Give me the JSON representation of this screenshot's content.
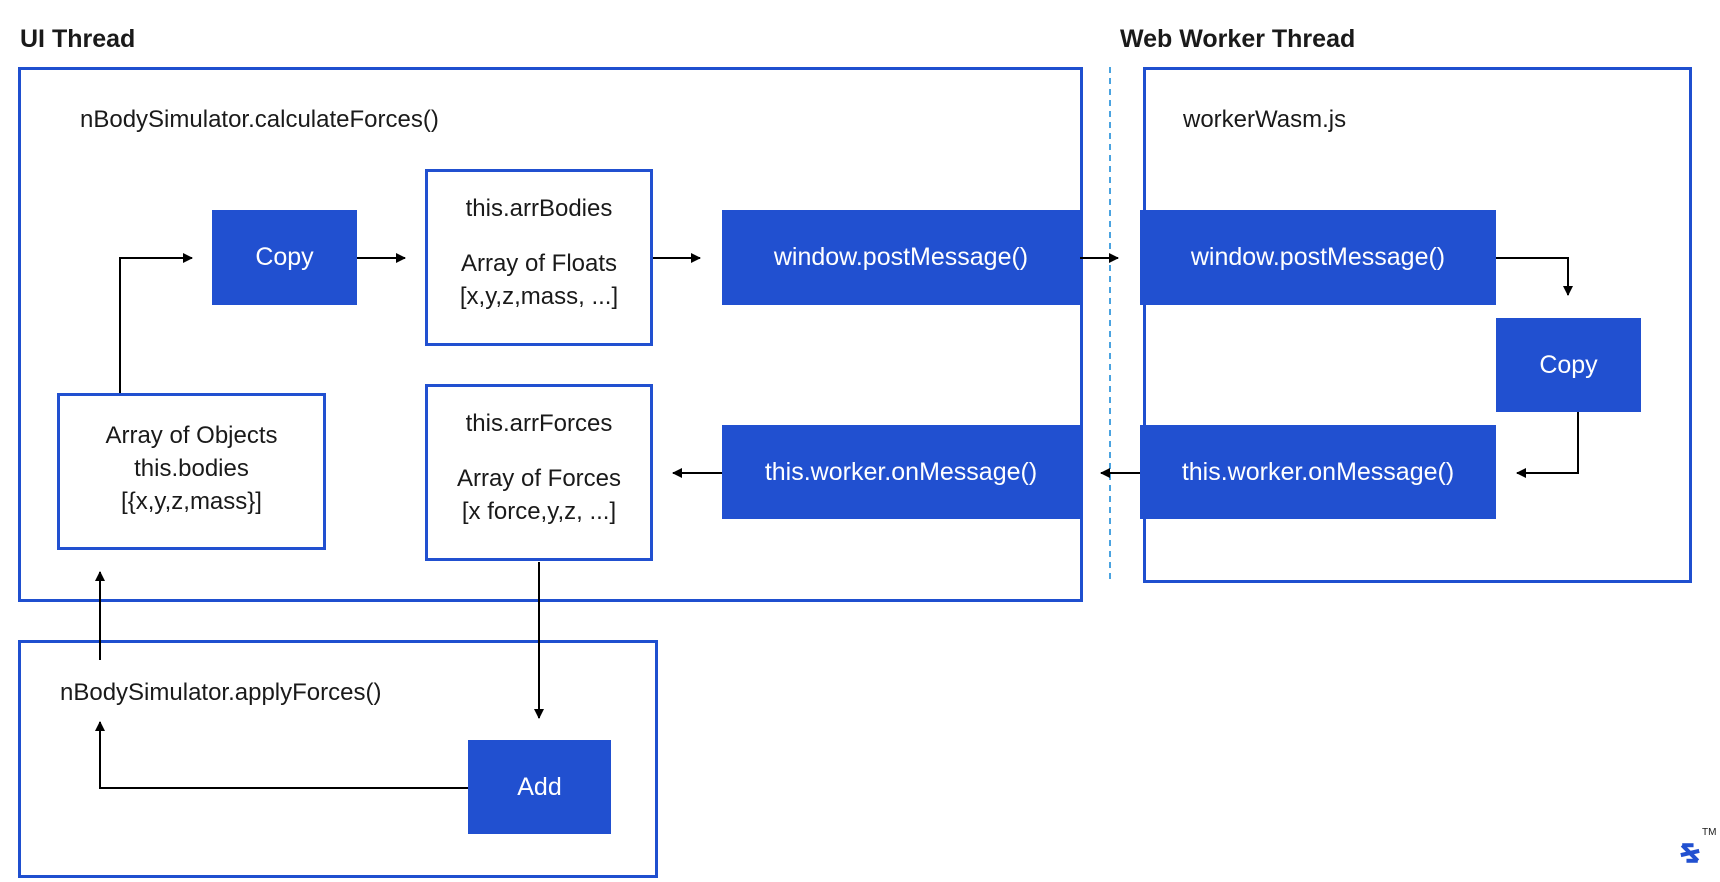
{
  "headings": {
    "ui_thread": "UI Thread",
    "worker_thread": "Web Worker Thread"
  },
  "ui_frame": {
    "title": "nBodySimulator.calculateForces()"
  },
  "worker_frame": {
    "title": "workerWasm.js"
  },
  "apply_frame": {
    "title": "nBodySimulator.applyForces()"
  },
  "nodes": {
    "copy_ui": "Copy",
    "arr_bodies": {
      "title": "this.arrBodies",
      "line1": "Array of Floats",
      "line2": "[x,y,z,mass, ...]"
    },
    "post_message_ui": "window.postMessage()",
    "post_message_worker": "window.postMessage()",
    "copy_worker": "Copy",
    "on_message_worker": "this.worker.onMessage()",
    "on_message_ui": "this.worker.onMessage()",
    "arr_forces": {
      "title": "this.arrForces",
      "line1": "Array of Forces",
      "line2": "[x force,y,z, ...]"
    },
    "array_objects": {
      "line1": "Array of Objects",
      "line2": "this.bodies",
      "line3": "[{x,y,z,mass}]"
    },
    "add": "Add"
  },
  "logo": {
    "trademark": "TM"
  },
  "colors": {
    "accent": "#2150d0",
    "frame": "#1f4fcf",
    "divider": "#4aa3e0",
    "text": "#1a1a1a"
  }
}
